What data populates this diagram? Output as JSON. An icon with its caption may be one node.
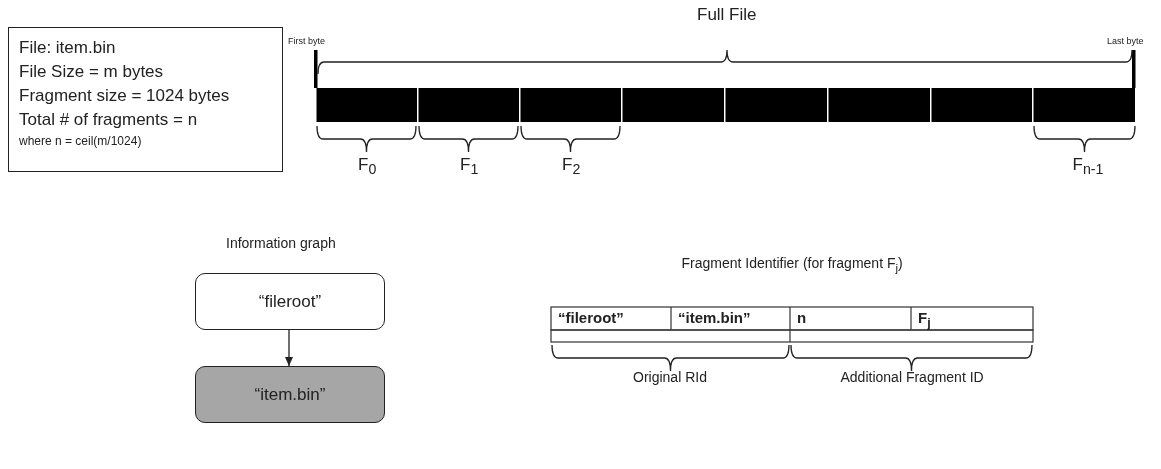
{
  "diagram": {
    "nodes": [
      {
        "text": [
          "File: item.bin",
          "File Size = m bytes",
          "Fragment size = 1024 bytes",
          "Total # of fragments = n",
          "where n = ceil(m/1024)"
        ]
      },
      {
        "text": [
          "“fileroot”"
        ]
      },
      {
        "text": [
          "“item.bin”"
        ]
      }
    ],
    "edges": [
      {
        "from": 1,
        "to": 2,
        "arrow": "to"
      }
    ],
    "labels": [
      "Full File",
      "First byte",
      "Last byte",
      "F$_{0}$",
      "F$_{1}$",
      "F$_{2}$",
      "F$_{n-1}$",
      "Information graph",
      "Fragment Identifier (for fragment F$_{j}$)",
      "“fileroot”",
      "“item.bin”",
      "n",
      "F$_{j}$",
      "Original RId",
      "Additional Fragment ID"
    ]
  }
}
